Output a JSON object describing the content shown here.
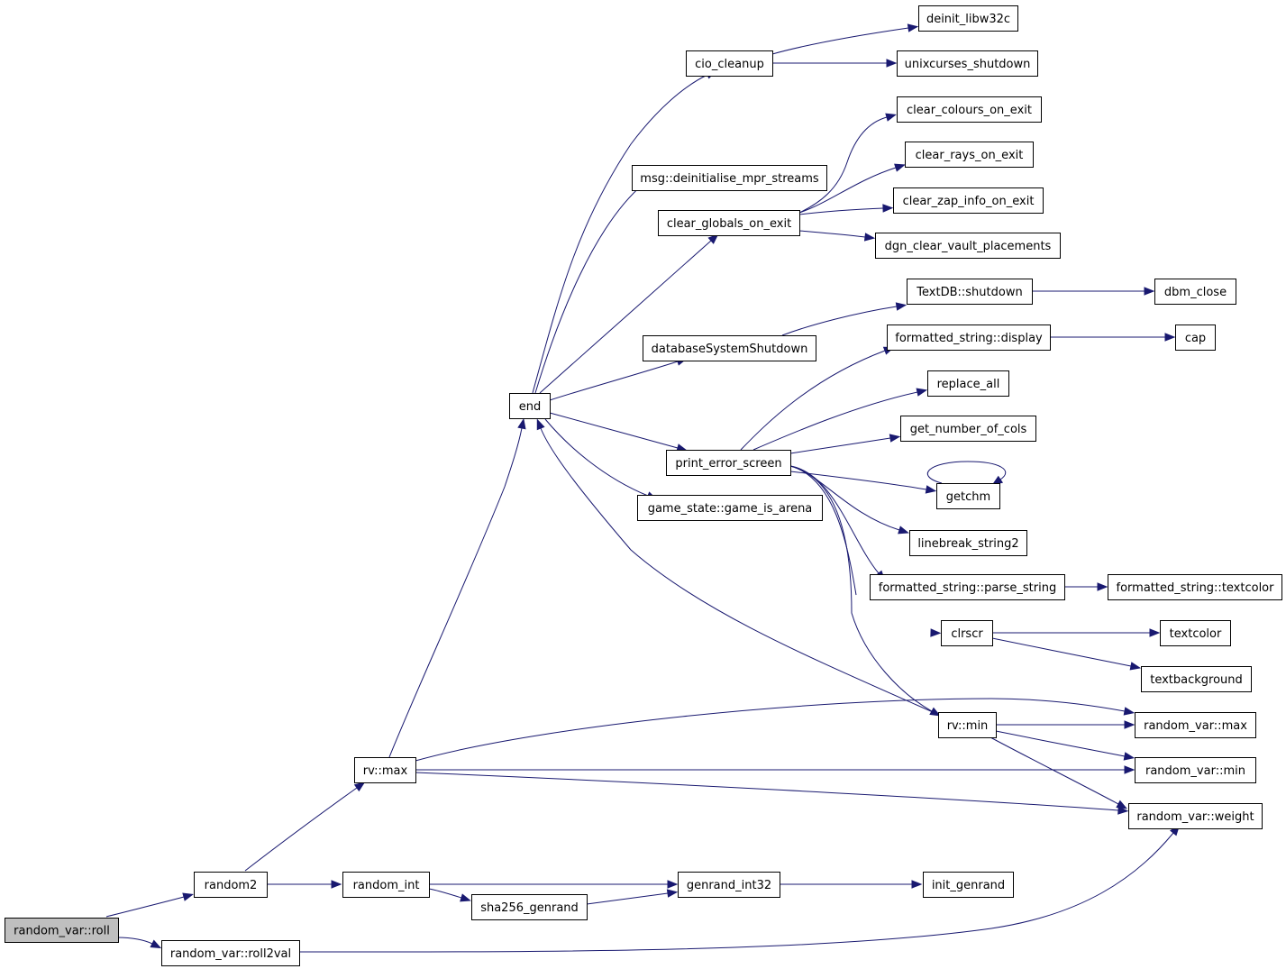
{
  "nodes": [
    {
      "id": "roll",
      "label": "random_var::roll",
      "root": true
    },
    {
      "id": "roll2val",
      "label": "random_var::roll2val"
    },
    {
      "id": "random2",
      "label": "random2"
    },
    {
      "id": "random_int",
      "label": "random_int"
    },
    {
      "id": "sha256",
      "label": "sha256_genrand"
    },
    {
      "id": "genrand",
      "label": "genrand_int32"
    },
    {
      "id": "init_genrand",
      "label": "init_genrand"
    },
    {
      "id": "rvmax",
      "label": "rv::max"
    },
    {
      "id": "end",
      "label": "end"
    },
    {
      "id": "cio_cleanup",
      "label": "cio_cleanup"
    },
    {
      "id": "deinit_libw32c",
      "label": "deinit_libw32c"
    },
    {
      "id": "unixcurses_shutdown",
      "label": "unixcurses_shutdown"
    },
    {
      "id": "msg_deinit",
      "label": "msg::deinitialise_mpr_streams"
    },
    {
      "id": "clear_globals",
      "label": "clear_globals_on_exit"
    },
    {
      "id": "clear_colours",
      "label": "clear_colours_on_exit"
    },
    {
      "id": "clear_rays",
      "label": "clear_rays_on_exit"
    },
    {
      "id": "clear_zap",
      "label": "clear_zap_info_on_exit"
    },
    {
      "id": "dgn_clear",
      "label": "dgn_clear_vault_placements"
    },
    {
      "id": "dbss",
      "label": "databaseSystemShutdown"
    },
    {
      "id": "textdb_shutdown",
      "label": "TextDB::shutdown"
    },
    {
      "id": "dbm_close",
      "label": "dbm_close"
    },
    {
      "id": "fs_display",
      "label": "formatted_string::display"
    },
    {
      "id": "cap",
      "label": "cap"
    },
    {
      "id": "replace_all",
      "label": "replace_all"
    },
    {
      "id": "get_cols",
      "label": "get_number_of_cols"
    },
    {
      "id": "print_error",
      "label": "print_error_screen"
    },
    {
      "id": "getchm",
      "label": "getchm"
    },
    {
      "id": "game_arena",
      "label": "game_state::game_is_arena"
    },
    {
      "id": "linebreak",
      "label": "linebreak_string2"
    },
    {
      "id": "fs_parse",
      "label": "formatted_string::parse_string"
    },
    {
      "id": "fs_textcolor",
      "label": "formatted_string::textcolor"
    },
    {
      "id": "clrscr",
      "label": "clrscr"
    },
    {
      "id": "textcolor",
      "label": "textcolor"
    },
    {
      "id": "textbackground",
      "label": "textbackground"
    },
    {
      "id": "rvmin",
      "label": "rv::min"
    },
    {
      "id": "rv_max",
      "label": "random_var::max"
    },
    {
      "id": "rv_min",
      "label": "random_var::min"
    },
    {
      "id": "rv_weight",
      "label": "random_var::weight"
    }
  ],
  "edges": [
    {
      "from": "roll",
      "to": "random2"
    },
    {
      "from": "roll",
      "to": "roll2val"
    },
    {
      "from": "roll2val",
      "to": "rv_weight"
    },
    {
      "from": "random2",
      "to": "rvmax"
    },
    {
      "from": "random2",
      "to": "random_int"
    },
    {
      "from": "random_int",
      "to": "genrand"
    },
    {
      "from": "random_int",
      "to": "sha256"
    },
    {
      "from": "sha256",
      "to": "genrand"
    },
    {
      "from": "genrand",
      "to": "init_genrand"
    },
    {
      "from": "rvmax",
      "to": "end"
    },
    {
      "from": "rvmax",
      "to": "rv_max"
    },
    {
      "from": "rvmax",
      "to": "rv_min"
    },
    {
      "from": "rvmax",
      "to": "rv_weight"
    },
    {
      "from": "end",
      "to": "cio_cleanup"
    },
    {
      "from": "end",
      "to": "msg_deinit"
    },
    {
      "from": "end",
      "to": "clear_globals"
    },
    {
      "from": "end",
      "to": "dbss"
    },
    {
      "from": "end",
      "to": "print_error"
    },
    {
      "from": "end",
      "to": "game_arena"
    },
    {
      "from": "cio_cleanup",
      "to": "deinit_libw32c"
    },
    {
      "from": "cio_cleanup",
      "to": "unixcurses_shutdown"
    },
    {
      "from": "clear_globals",
      "to": "clear_colours"
    },
    {
      "from": "clear_globals",
      "to": "clear_rays"
    },
    {
      "from": "clear_globals",
      "to": "clear_zap"
    },
    {
      "from": "clear_globals",
      "to": "dgn_clear"
    },
    {
      "from": "dbss",
      "to": "textdb_shutdown"
    },
    {
      "from": "textdb_shutdown",
      "to": "dbm_close"
    },
    {
      "from": "fs_display",
      "to": "cap"
    },
    {
      "from": "print_error",
      "to": "fs_display"
    },
    {
      "from": "print_error",
      "to": "replace_all"
    },
    {
      "from": "print_error",
      "to": "get_cols"
    },
    {
      "from": "print_error",
      "to": "getchm"
    },
    {
      "from": "print_error",
      "to": "linebreak"
    },
    {
      "from": "print_error",
      "to": "fs_parse"
    },
    {
      "from": "print_error",
      "to": "clrscr"
    },
    {
      "from": "print_error",
      "to": "rvmin"
    },
    {
      "from": "getchm",
      "to": "getchm"
    },
    {
      "from": "fs_parse",
      "to": "fs_textcolor"
    },
    {
      "from": "clrscr",
      "to": "textcolor"
    },
    {
      "from": "clrscr",
      "to": "textbackground"
    },
    {
      "from": "rvmin",
      "to": "end"
    },
    {
      "from": "rvmin",
      "to": "rv_max"
    },
    {
      "from": "rvmin",
      "to": "rv_min"
    },
    {
      "from": "rvmin",
      "to": "rv_weight"
    }
  ]
}
